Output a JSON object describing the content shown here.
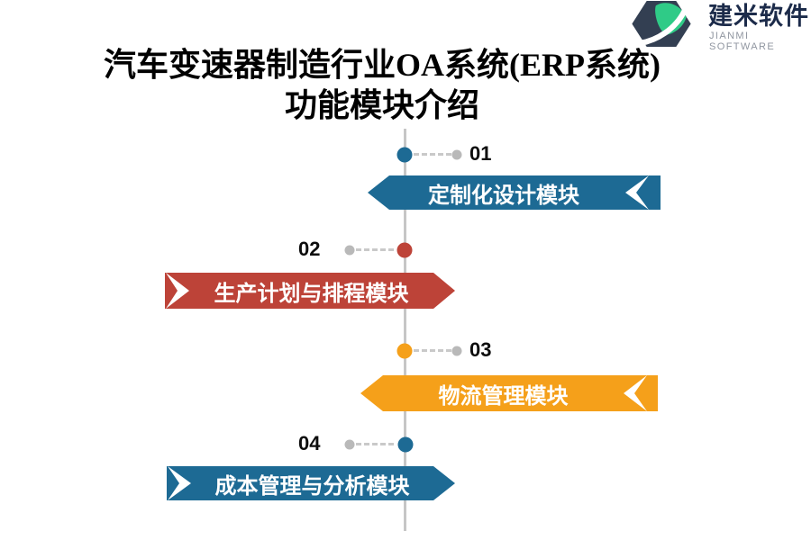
{
  "logo": {
    "name": "建米软件",
    "subtitle": "JIANMI SOFTWARE",
    "mark_dark": "#333f52",
    "mark_green": "#2fcb87"
  },
  "title": {
    "line1": "汽车变速器制造行业OA系统(ERP系统)",
    "line2": "功能模块介绍"
  },
  "timeline": {
    "line_color": "#c6c6c6",
    "dot_color": "#b9b9b9"
  },
  "items": [
    {
      "number": "01",
      "label": "定制化设计模块",
      "color": "#1d6a94",
      "side": "right"
    },
    {
      "number": "02",
      "label": "生产计划与排程模块",
      "color": "#bd4338",
      "side": "left"
    },
    {
      "number": "03",
      "label": "物流管理模块",
      "color": "#f5a01a",
      "side": "right"
    },
    {
      "number": "04",
      "label": "成本管理与分析模块",
      "color": "#1d6a94",
      "side": "left"
    }
  ]
}
